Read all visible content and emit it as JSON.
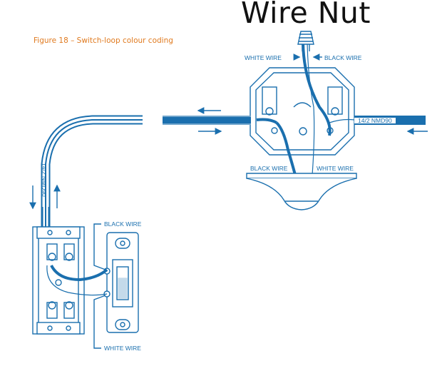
{
  "title": "Wire Nut",
  "caption": "Figure 18 – Switch-loop colour coding",
  "labels": {
    "top_white_wire": "WHITE WIRE",
    "top_black_wire": "BLACK WIRE",
    "cable_right": "14/2 NMD90",
    "fixture_black_wire": "BLACK WIRE",
    "fixture_white_wire": "WHITE WIRE",
    "cable_vertical": "14/2 NMD90",
    "switch_black_wire": "BLACK WIRE",
    "switch_white_wire": "WHITE WIRE"
  },
  "colors": {
    "line": "#1a6fae",
    "black_wire": "#1a6fae",
    "white_wire": "#ffffff",
    "caption": "#e07a1f"
  }
}
